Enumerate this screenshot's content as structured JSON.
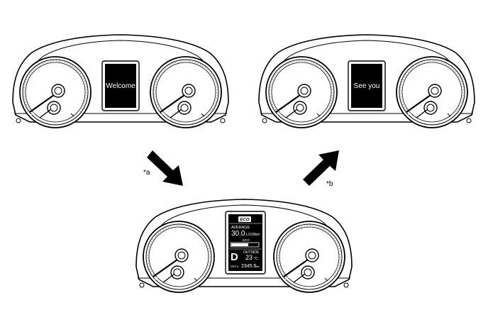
{
  "screens": {
    "top_left_text": "Welcome",
    "top_right_text": "See you"
  },
  "display": {
    "eco_badge": "ECO",
    "average_label": "AVERAGE",
    "average_value": "30.0",
    "average_unit": "L/100km",
    "eco_bar_label": "ECO",
    "gear": "D",
    "outside_label": "OUTSIDE",
    "outside_temp": "23",
    "outside_unit": "°C",
    "trip_label": "TRIP A",
    "trip_value": "2345.6",
    "trip_unit": "km"
  },
  "arrows": {
    "a_label": "*a",
    "b_label": "*b"
  }
}
